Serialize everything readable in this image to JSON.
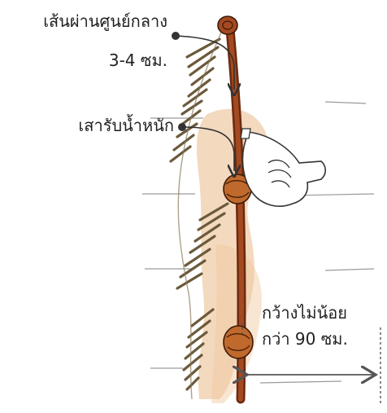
{
  "labels": {
    "centerline_1": "เส้นผ่านศูนย์กลาง",
    "centerline_2": "3-4 ซม.",
    "support_post": "เสารับน้ำหนัก",
    "width_1": "กว้างไม่น้อย",
    "width_2": "กว่า 90 ซม."
  },
  "colors": {
    "rail": "#a44a21",
    "rail_dark": "#6b2a10",
    "post": "#c0692c",
    "wash": "#e9b989",
    "hatch": "#6b5a3b",
    "ink": "#222222",
    "leader": "#333333",
    "arrow": "#555555",
    "ground_line": "#9a9a9a"
  },
  "icons": {
    "hand": "hand-gripping-rail-icon",
    "post_top": "rail-end-cap-icon",
    "post_mid": "support-post-cap-icon",
    "post_bottom": "support-post-cap-icon"
  }
}
